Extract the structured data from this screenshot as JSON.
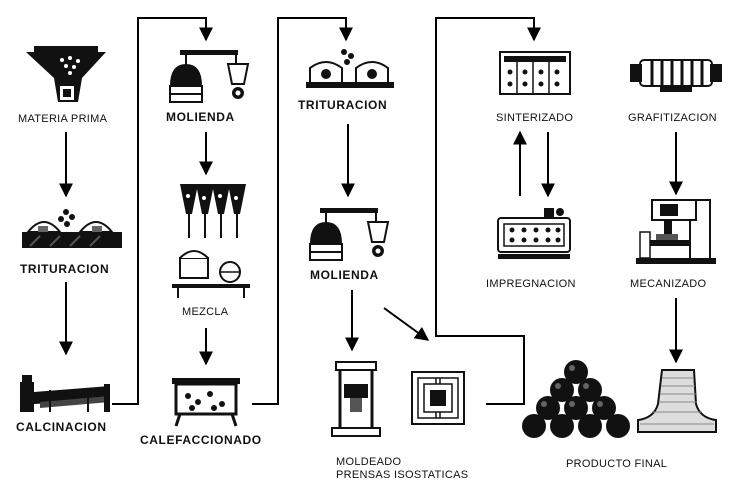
{
  "steps": {
    "materia_prima": "MATERIA PRIMA",
    "trituracion_1": "TRITURACION",
    "calcinacion": "CALCINACION",
    "molienda_1": "MOLIENDA",
    "mezcla": "MEZCLA",
    "calefaccionado": "CALEFACCIONADO",
    "trituracion_2": "TRITURACION",
    "molienda_2": "MOLIENDA",
    "moldeado": "MOLDEADO",
    "prensas": "PRENSAS ISOSTATICAS",
    "sinterizado": "SINTERIZADO",
    "impregnacion": "IMPREGNACION",
    "grafitizacion": "GRAFITIZACION",
    "mecanizado": "MECANIZADO",
    "producto_final": "PRODUCTO FINAL"
  },
  "colors": {
    "line": "#000000",
    "background": "#ffffff"
  }
}
